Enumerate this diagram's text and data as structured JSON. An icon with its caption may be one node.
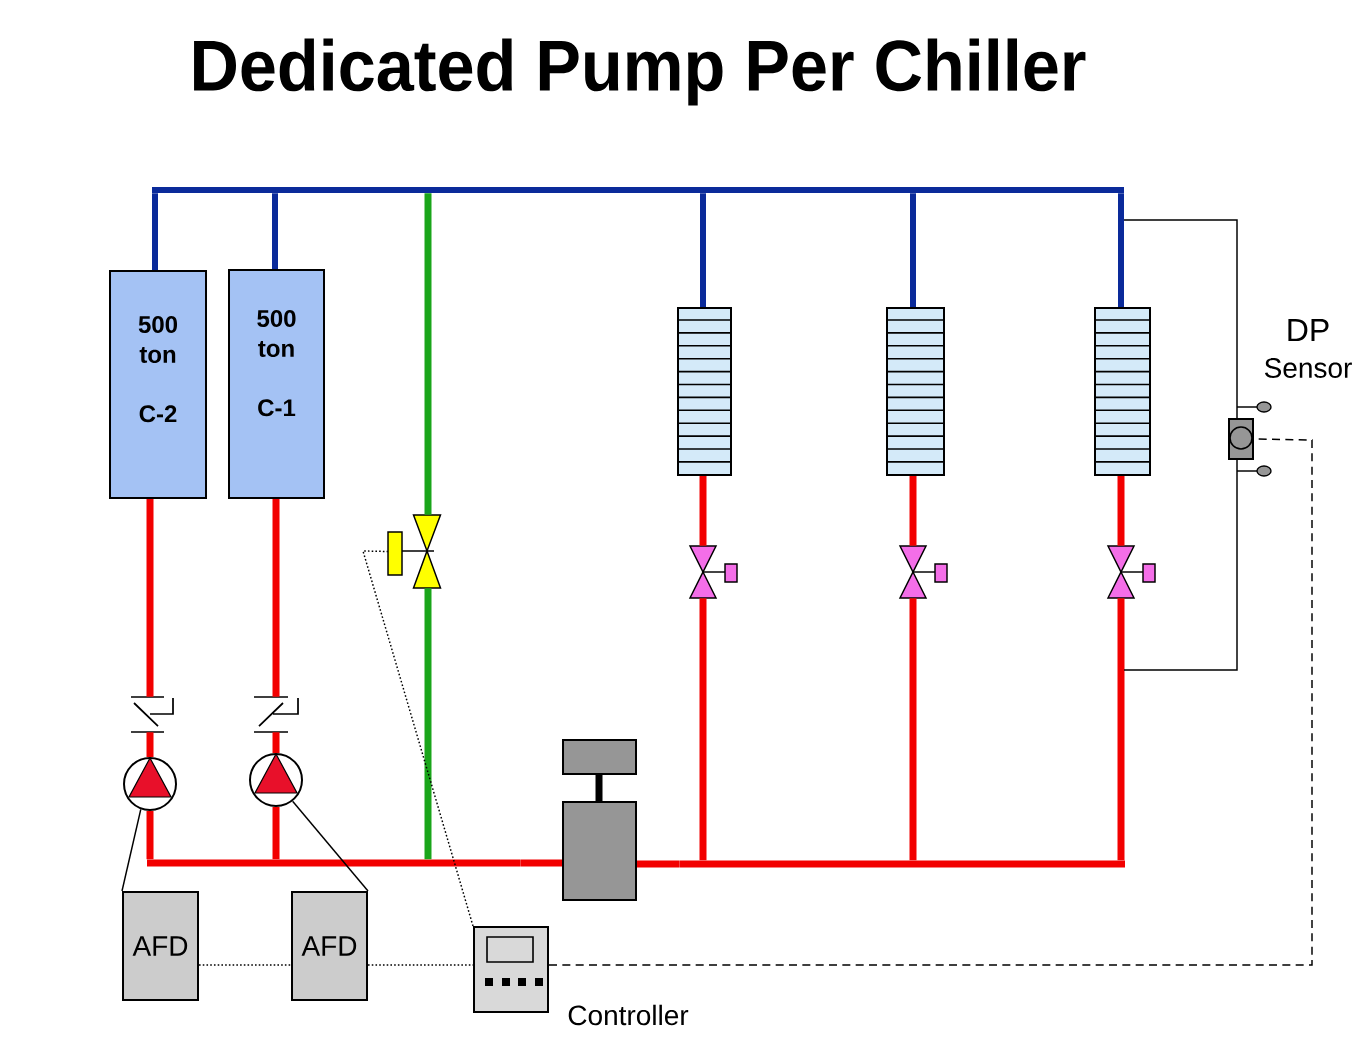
{
  "diagram": {
    "title": "Dedicated Pump Per Chiller",
    "nodes": [
      {
        "text": [],
        "shape": "bar"
      },
      {
        "text": [
          "500 ton",
          "C-2"
        ]
      },
      {
        "text": [
          "500 ton",
          "C-1"
        ]
      },
      {
        "text": [],
        "shape": "coil"
      },
      {
        "text": [],
        "shape": "coil"
      },
      {
        "text": [],
        "shape": "coil"
      },
      {
        "text": [],
        "shape": "box",
        "beside": [
          "DP",
          "Sensor"
        ]
      },
      {
        "text": [],
        "shape": "valve"
      },
      {
        "text": [],
        "shape": "valve"
      },
      {
        "text": [],
        "shape": "valve"
      },
      {
        "text": [],
        "shape": "valve"
      },
      {
        "text": [],
        "shape": "valve"
      },
      {
        "text": [],
        "shape": "valve"
      },
      {
        "text": [],
        "shape": "meter"
      },
      {
        "text": [],
        "shape": "circle"
      },
      {
        "text": [],
        "shape": "circle"
      },
      {
        "text": [],
        "shape": "bar"
      },
      {
        "text": [],
        "shape": "bar"
      },
      {
        "text": [
          "AFD"
        ]
      },
      {
        "text": [
          "AFD"
        ]
      },
      {
        "text": [],
        "shape": "box",
        "beside": [
          "Controller"
        ]
      }
    ],
    "edges": [
      {
        "from": 1,
        "to": 0,
        "arrow": "none",
        "color": "#0a2a9a"
      },
      {
        "from": 2,
        "to": 0,
        "arrow": "none",
        "color": "#0a2a9a"
      },
      {
        "from": 0,
        "to": 3,
        "arrow": "none",
        "color": "#0a2a9a"
      },
      {
        "from": 0,
        "to": 4,
        "arrow": "none",
        "color": "#0a2a9a"
      },
      {
        "from": 0,
        "to": 5,
        "arrow": "none",
        "color": "#0a2a9a"
      },
      {
        "from": 0,
        "to": 7,
        "arrow": "none",
        "color": "#1aa51a"
      },
      {
        "from": 7,
        "to": 16,
        "arrow": "none",
        "color": "#1aa51a"
      },
      {
        "from": 3,
        "to": 8,
        "arrow": "none",
        "color": "#f20000"
      },
      {
        "from": 4,
        "to": 9,
        "arrow": "none",
        "color": "#f20000"
      },
      {
        "from": 5,
        "to": 10,
        "arrow": "none",
        "color": "#f20000"
      },
      {
        "from": 8,
        "to": 17,
        "arrow": "none",
        "color": "#f20000"
      },
      {
        "from": 9,
        "to": 17,
        "arrow": "none",
        "color": "#f20000"
      },
      {
        "from": 10,
        "to": 17,
        "arrow": "none",
        "color": "#f20000"
      },
      {
        "from": 17,
        "to": 13,
        "arrow": "none",
        "color": "#f20000"
      },
      {
        "from": 13,
        "to": 16,
        "arrow": "none",
        "color": "#f20000"
      },
      {
        "from": 16,
        "to": 14,
        "arrow": "none",
        "color": "#f20000"
      },
      {
        "from": 16,
        "to": 15,
        "arrow": "none",
        "color": "#f20000"
      },
      {
        "from": 14,
        "to": 11,
        "arrow": "none",
        "color": "#f20000"
      },
      {
        "from": 15,
        "to": 12,
        "arrow": "none",
        "color": "#f20000"
      },
      {
        "from": 11,
        "to": 1,
        "arrow": "none",
        "color": "#f20000"
      },
      {
        "from": 12,
        "to": 2,
        "arrow": "none",
        "color": "#f20000"
      },
      {
        "from": 18,
        "to": 14,
        "arrow": "none",
        "color": "#000000"
      },
      {
        "from": 19,
        "to": 15,
        "arrow": "none",
        "color": "#000000"
      },
      {
        "from": 18,
        "to": 19,
        "arrow": "none",
        "style": "dashed",
        "color": "#000000"
      },
      {
        "from": 19,
        "to": 20,
        "arrow": "none",
        "style": "dashed",
        "color": "#000000"
      },
      {
        "from": 20,
        "to": 7,
        "arrow": "none",
        "style": "dashed",
        "color": "#000000"
      },
      {
        "from": 20,
        "to": 6,
        "arrow": "none",
        "style": "dashed",
        "color": "#000000"
      },
      {
        "from": 6,
        "to": null,
        "arrow": "none",
        "color": "#000000"
      },
      {
        "from": 6,
        "to": null,
        "arrow": "none",
        "color": "#000000"
      }
    ]
  }
}
